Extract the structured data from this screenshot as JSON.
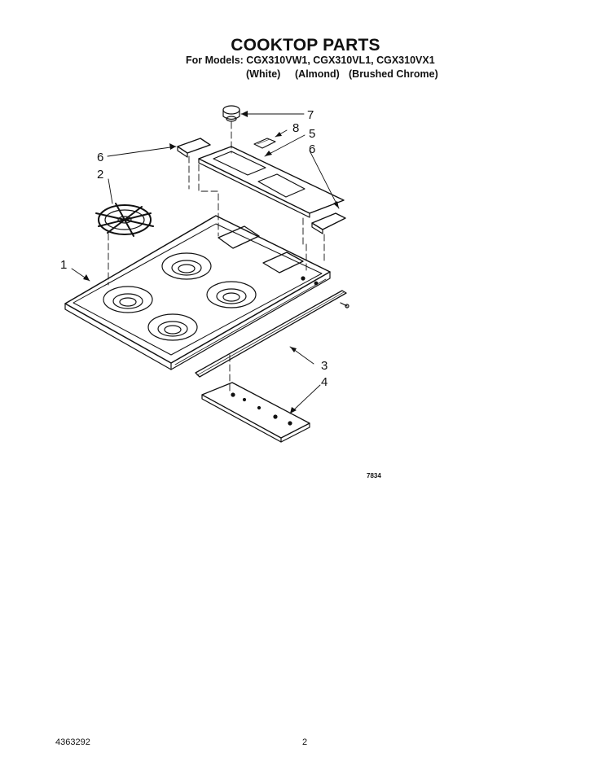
{
  "header": {
    "title": "COOKTOP PARTS",
    "models_line": "For Models: CGX310VW1, CGX310VL1, CGX310VX1",
    "finishes": [
      "(White)",
      "(Almond)",
      "(Brushed Chrome)"
    ]
  },
  "diagram": {
    "callouts": {
      "c1": "1",
      "c2": "2",
      "c3": "3",
      "c4": "4",
      "c5": "5",
      "c6a": "6",
      "c6b": "6",
      "c7": "7",
      "c8": "8"
    },
    "figure_number": "7834"
  },
  "footer": {
    "document_number": "4363292",
    "page_number": "2"
  }
}
